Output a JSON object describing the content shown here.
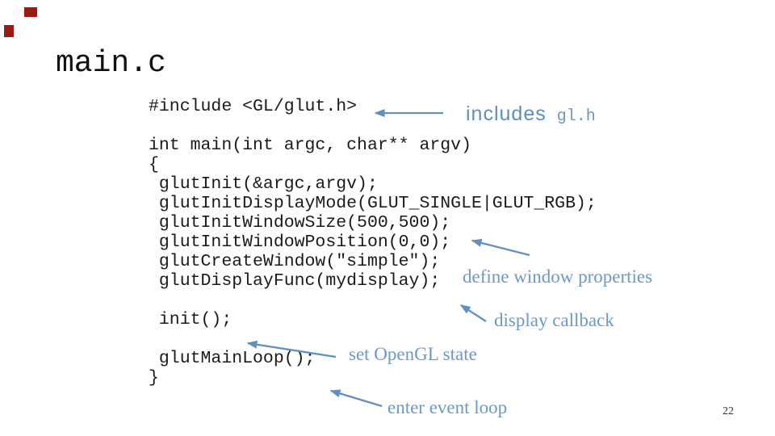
{
  "slide": {
    "title": "main.c",
    "page_number": "22",
    "code_lines": [
      "#include <GL/glut.h>",
      "",
      "int main(int argc, char** argv)",
      "{",
      " glutInit(&argc,argv);",
      " glutInitDisplayMode(GLUT_SINGLE|GLUT_RGB);",
      " glutInitWindowSize(500,500);",
      " glutInitWindowPosition(0,0);",
      " glutCreateWindow(\"simple\");",
      " glutDisplayFunc(mydisplay);",
      "",
      " init();",
      "",
      " glutMainLoop();",
      "}"
    ],
    "annotations": {
      "includes_label": "includes",
      "includes_code": "gl.h",
      "define_window_properties": "define window properties",
      "display_callback": "display callback",
      "set_opengl_state": "set OpenGL state",
      "enter_event_loop": "enter event loop"
    },
    "colors": {
      "annotation_text_blue": "#6D99C4",
      "annotation_sans_blue": "#5C8FBF",
      "arrow_blue": "#6090C0",
      "code_black": "#1A1A1A",
      "corner_accent_red": "#9E1A10"
    }
  }
}
